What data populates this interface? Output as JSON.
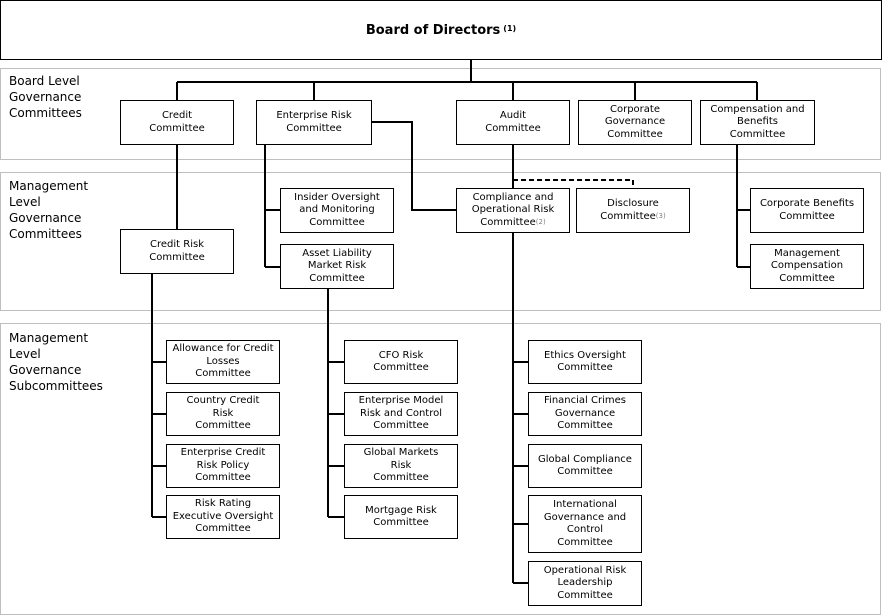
{
  "board": {
    "title": "Board of Directors",
    "note": "(1)"
  },
  "bands": {
    "board_level": "Board Level\nGovernance\nCommittees",
    "mgmt_level": "Management\nLevel\nGovernance\nCommittees",
    "mgmt_sub": "Management\nLevel\nGovernance\nSubcommittees"
  },
  "committees": {
    "credit": "Credit\nCommittee",
    "enterprise_risk": "Enterprise Risk\nCommittee",
    "audit": "Audit\nCommittee",
    "corporate_governance": "Corporate\nGovernance\nCommittee",
    "compensation_benefits": "Compensation and\nBenefits\nCommittee",
    "insider_oversight": "Insider Oversight\nand Monitoring\nCommittee",
    "compliance_operational": "Compliance and\nOperational Risk\nCommittee",
    "compliance_operational_note": "(2)",
    "disclosure": "Disclosure\nCommittee",
    "disclosure_note": "(3)",
    "corporate_benefits": "Corporate Benefits\nCommittee",
    "credit_risk": "Credit Risk\nCommittee",
    "asset_liability": "Asset Liability\nMarket Risk\nCommittee",
    "management_compensation": "Management\nCompensation\nCommittee"
  },
  "subcommittees": {
    "allowance": "Allowance for Credit\nLosses\nCommittee",
    "country_credit": "Country Credit\nRisk\nCommittee",
    "enterprise_credit": "Enterprise Credit\nRisk Policy\nCommittee",
    "risk_rating": "Risk Rating\nExecutive Oversight\nCommittee",
    "cfo_risk": "CFO Risk\nCommittee",
    "enterprise_model": "Enterprise Model\nRisk and Control\nCommittee",
    "global_markets": "Global Markets\nRisk\nCommittee",
    "mortgage_risk": "Mortgage Risk\nCommittee",
    "ethics_oversight": "Ethics Oversight\nCommittee",
    "financial_crimes": "Financial Crimes\nGovernance\nCommittee",
    "global_compliance": "Global Compliance\nCommittee",
    "international_governance": "International\nGovernance and\nControl\nCommittee",
    "operational_risk_leadership": "Operational Risk\nLeadership\nCommittee"
  }
}
